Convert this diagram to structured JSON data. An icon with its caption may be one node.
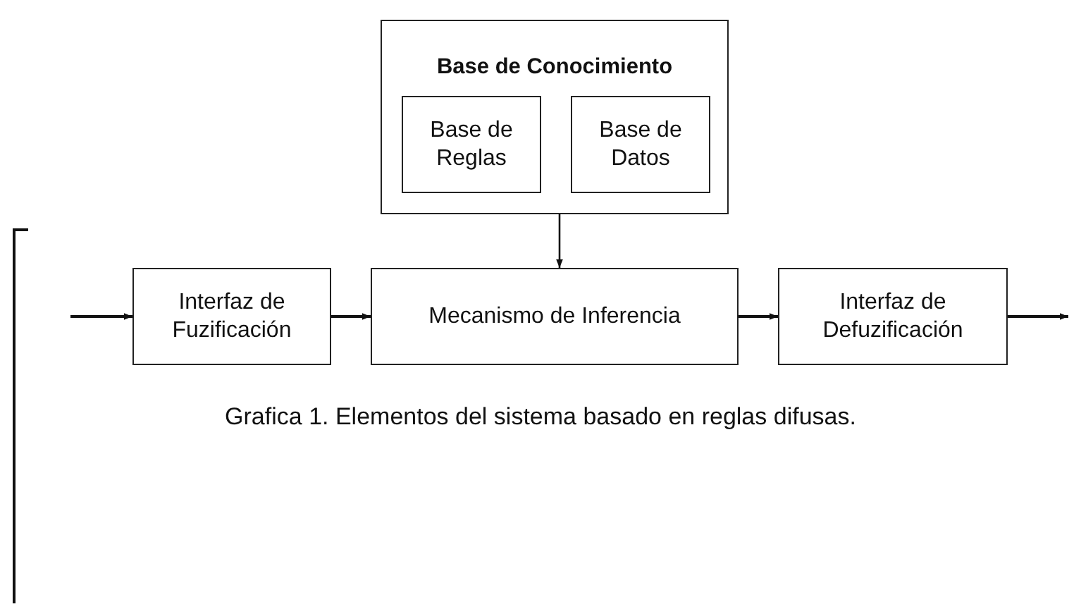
{
  "diagram": {
    "caption": "Grafica 1. Elementos del sistema basado en reglas difusas.",
    "nodes": [
      {
        "text": [
          "Base de Conocimiento"
        ]
      },
      {
        "text": [
          "Base de Reglas"
        ],
        "in": 0
      },
      {
        "text": [
          "Base de Datos"
        ],
        "in": 0
      },
      {
        "text": [
          "Interfaz de Fuzificación"
        ]
      },
      {
        "text": [
          "Mecanismo de Inferencia"
        ]
      },
      {
        "text": [
          "Interfaz de Defuzificación"
        ]
      }
    ],
    "edges": [
      {
        "from": null,
        "to": 3,
        "arrow": "to"
      },
      {
        "from": 3,
        "to": 4,
        "arrow": "to"
      },
      {
        "from": 4,
        "to": 5,
        "arrow": "to"
      },
      {
        "from": 5,
        "to": null,
        "arrow": "to"
      },
      {
        "from": 0,
        "to": 4,
        "arrow": "to"
      }
    ]
  }
}
